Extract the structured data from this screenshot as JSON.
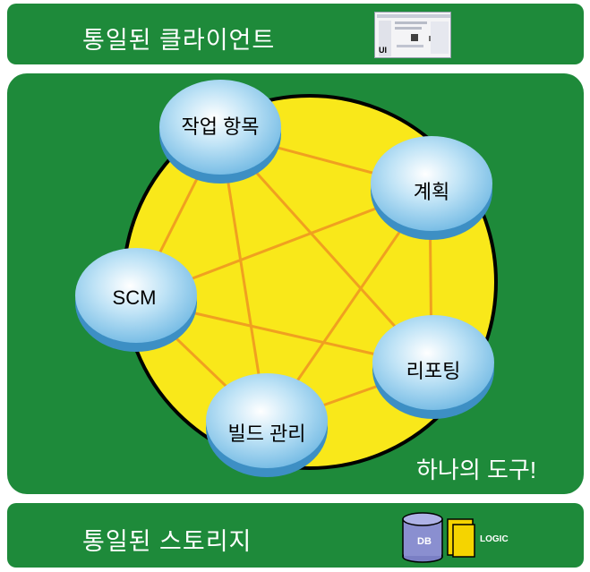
{
  "top_band": {
    "title": "통일된 클라이언트",
    "ui_badge": "UI"
  },
  "center": {
    "slogan": "하나의 도구!",
    "nodes": [
      {
        "id": "work-items",
        "label": "작업 항목"
      },
      {
        "id": "planning",
        "label": "계획"
      },
      {
        "id": "reporting",
        "label": "리포팅"
      },
      {
        "id": "build-management",
        "label": "빌드 관리"
      },
      {
        "id": "scm",
        "label": "SCM"
      }
    ]
  },
  "bottom_band": {
    "title": "통일된 스토리지",
    "db_label": "DB",
    "logic_label": "LOGIC"
  },
  "colors": {
    "band_green": "#1e8a3a",
    "circle_yellow": "#f9e81a",
    "line_orange": "#f0a020",
    "node_blue": "#9fd3ef",
    "legend_yellow": "#f5d400",
    "legend_db": "#8a8fd0"
  },
  "icons": {
    "thumbnail": "ui-screenshot-icon",
    "database": "database-icon",
    "logic": "logic-folder-icon"
  }
}
